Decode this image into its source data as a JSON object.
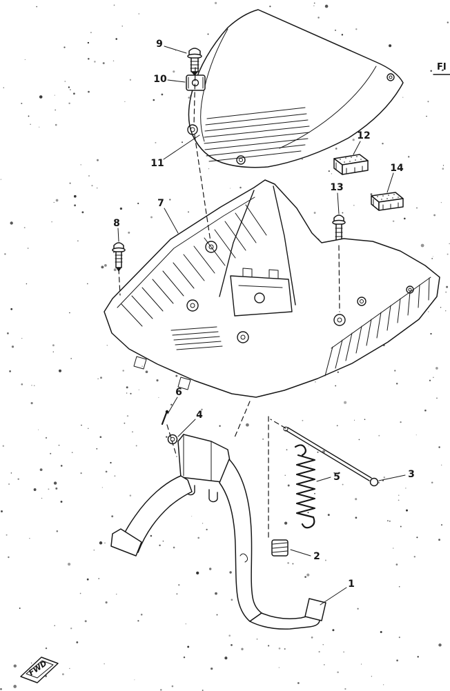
{
  "figure": {
    "page_ref": "FI",
    "fwd_label": "FWD"
  },
  "colors": {
    "ink": "#161616",
    "paper": "#ffffff"
  },
  "callouts": {
    "c1": "1",
    "c2": "2",
    "c3": "3",
    "c4": "4",
    "c5": "5",
    "c6": "6",
    "c7": "7",
    "c8": "8",
    "c9": "9",
    "c10": "10",
    "c11": "11",
    "c12": "12",
    "c13": "13",
    "c14": "14"
  }
}
